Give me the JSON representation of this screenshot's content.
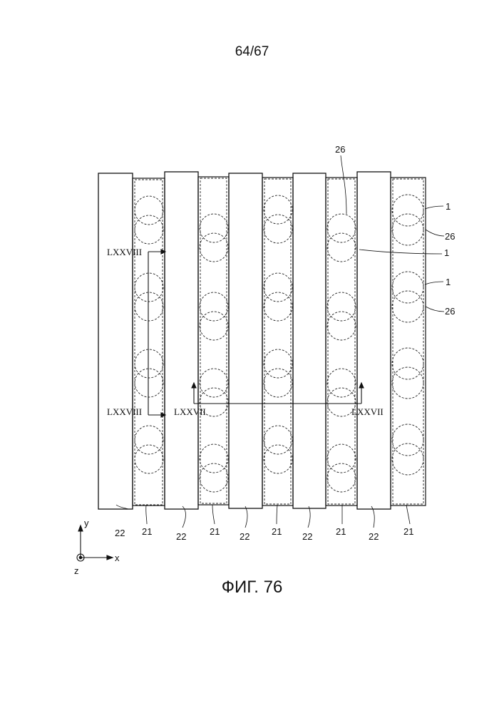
{
  "page_number": "64/67",
  "figure_caption": "ФИГ. 76",
  "labels": {
    "ref_1": "1",
    "ref_21": "21",
    "ref_22": "22",
    "ref_26": "26",
    "section_68": "LXXVIII",
    "section_67": "LXXVII"
  },
  "axes": {
    "x": "x",
    "y": "y",
    "z": "z"
  },
  "colors": {
    "line": "#111111",
    "dashed": "#222222",
    "background": "#ffffff"
  }
}
